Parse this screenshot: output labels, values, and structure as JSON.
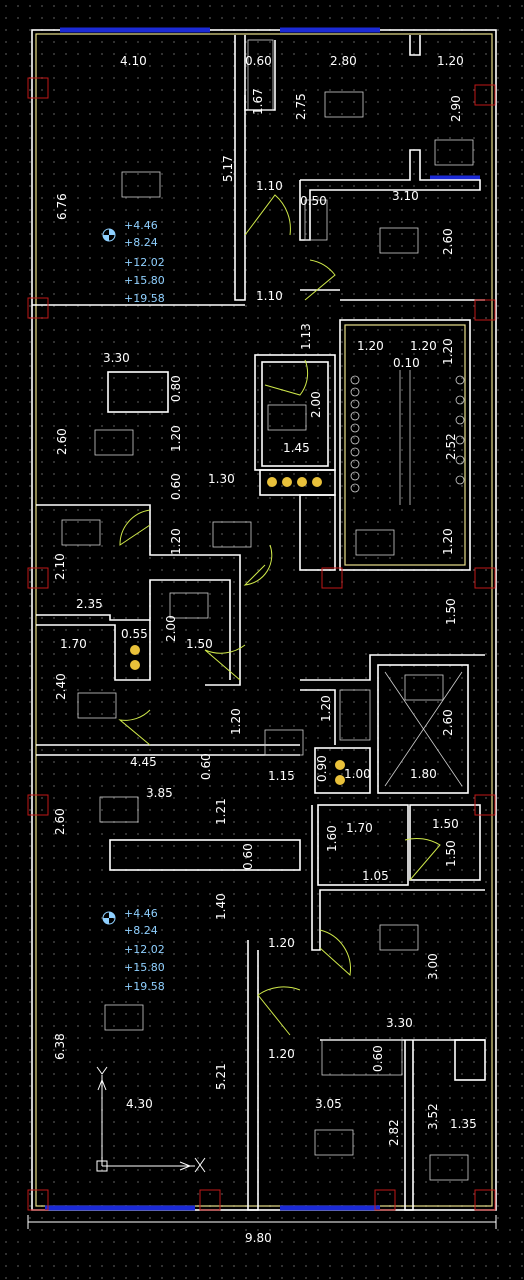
{
  "dims": {
    "d_410": "4.10",
    "d_060a": "0.60",
    "d_280": "2.80",
    "d_120a": "1.20",
    "d_167": "1.67",
    "d_275": "2.75",
    "d_290": "2.90",
    "d_676": "6.76",
    "d_517": "5.17",
    "d_110a": "1.10",
    "d_050": "0.50",
    "d_310": "3.10",
    "d_260a": "2.60",
    "d_110b": "1.10",
    "d_113": "1.13",
    "d_120b": "1.20",
    "d_120c": "1.20",
    "d_120d": "1.20",
    "d_010": "0.10",
    "d_330a": "3.30",
    "d_080": "0.80",
    "d_200a": "2.00",
    "d_252": "2.52",
    "d_260b": "2.60",
    "d_120e": "1.20",
    "d_145": "1.45",
    "d_060b": "0.60",
    "d_130": "1.30",
    "d_120f": "1.20",
    "d_210": "2.10",
    "d_120g": "1.20",
    "d_235": "2.35",
    "d_170a": "1.70",
    "d_055": "0.55",
    "d_200b": "2.00",
    "d_150a": "1.50",
    "d_150b": "1.50",
    "d_240": "2.40",
    "d_120h": "1.20",
    "d_120i": "1.20",
    "d_260c": "2.60",
    "d_445": "4.45",
    "d_060c": "0.60",
    "d_115": "1.15",
    "d_090": "0.90",
    "d_100": "1.00",
    "d_180": "1.80",
    "d_385": "3.85",
    "d_121": "1.21",
    "d_260d": "2.60",
    "d_060d": "0.60",
    "d_160": "1.60",
    "d_170b": "1.70",
    "d_150c": "1.50",
    "d_150d": "1.50",
    "d_105": "1.05",
    "d_140": "1.40",
    "d_120j": "1.20",
    "d_300": "3.00",
    "d_330b": "3.30",
    "d_638": "6.38",
    "d_060e": "0.60",
    "d_120k": "1.20",
    "d_430": "4.30",
    "d_521": "5.21",
    "d_305": "3.05",
    "d_282": "2.82",
    "d_352": "3.52",
    "d_135": "1.35",
    "d_980": "9.80"
  },
  "levels": [
    "+4.46",
    "+8.24",
    "+12.02",
    "+15.80",
    "+19.58"
  ],
  "colors": {
    "wall": "#ffffff",
    "inner_line": "#e9e08a",
    "column": "#c01818",
    "window": "#1b2ad6",
    "door": "#cfe84a",
    "elevation_text": "#8fd0ff"
  }
}
